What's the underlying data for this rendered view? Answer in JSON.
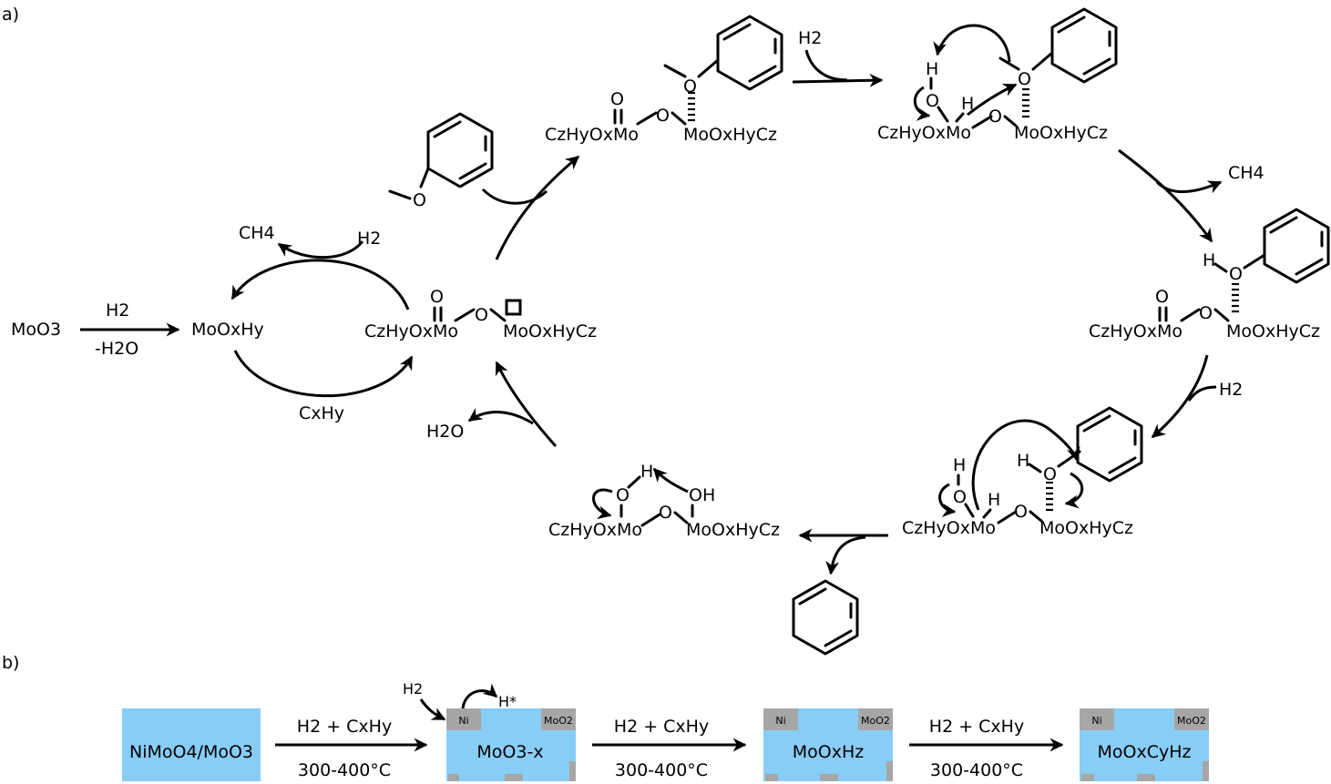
{
  "panel_a": {
    "label": "a)",
    "start": {
      "moo3": "MoO3",
      "h2": "H2",
      "minus_h2o": "-H2O",
      "mooxhy": "MoOxHy",
      "ch4": "CH4",
      "h2_top": "H2",
      "cxhy": "CxHy"
    },
    "stages": {
      "vacancy": {
        "left": "CzHyOxMo",
        "right": "MoOxHyCz"
      },
      "anisole_adsorbed": {
        "left": "CzHyOxMo",
        "right": "MoOxHyCz"
      },
      "h2_activation": {
        "left": "CzHyOxMo",
        "right": "MoOxHyCz",
        "reagent": "H2"
      },
      "phenol_adsorbed": {
        "left": "CzHyOxMo",
        "right": "MoOxHyCz",
        "product": "CH4"
      },
      "hydrogenolysis": {
        "left": "CzHyOxMo",
        "right": "MoOxHyCz",
        "reagent": "H2"
      },
      "hydroxyl": {
        "left": "CzHyOxMo",
        "right": "MoOxHyCz",
        "water": "H2O"
      }
    },
    "atoms": {
      "o": "O",
      "h": "H",
      "oh": "OH"
    }
  },
  "panel_b": {
    "label": "b)",
    "boxes": [
      {
        "text": "NiMoO4/MoO3"
      },
      {
        "text": "MoO3-x",
        "ni": "Ni",
        "moo2": "MoO2",
        "h2": "H2",
        "hstar": "H*"
      },
      {
        "text": "MoOxHz",
        "ni": "Ni",
        "moo2": "MoO2"
      },
      {
        "text": "MoOxCyHz",
        "ni": "Ni",
        "moo2": "MoO2"
      }
    ],
    "arrows": [
      {
        "top": "H2 + CxHy",
        "bottom": "300-400°C"
      },
      {
        "top": "H2 + CxHy",
        "bottom": "300-400°C"
      },
      {
        "top": "H2 + CxHy",
        "bottom": "300-400°C"
      }
    ],
    "colors": {
      "box": "#88cdf6",
      "patch": "#a6a6a6"
    }
  }
}
